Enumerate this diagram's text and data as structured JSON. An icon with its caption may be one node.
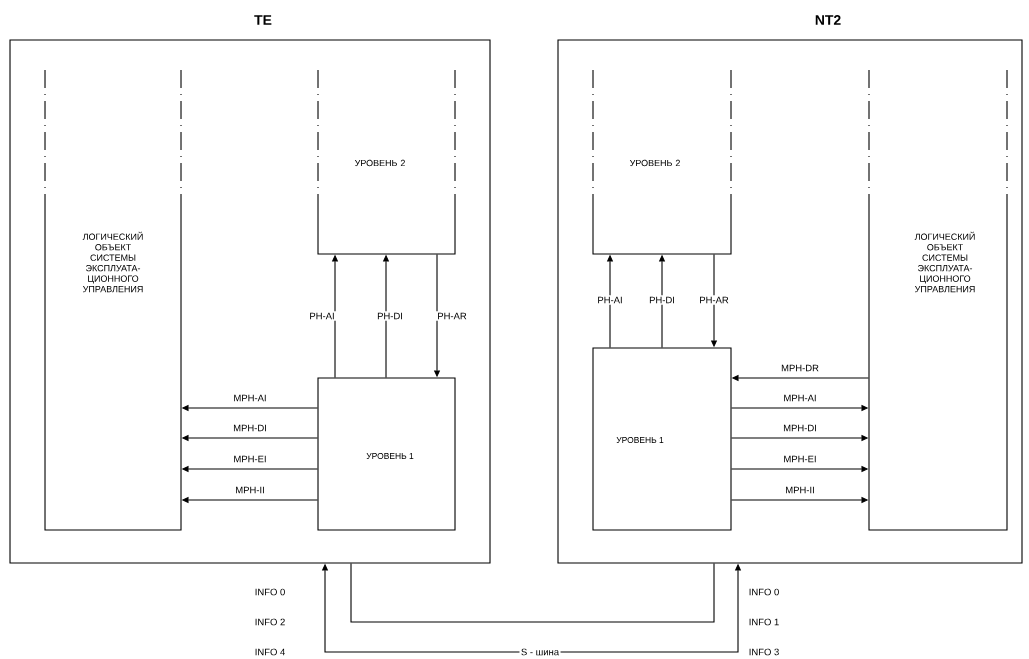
{
  "diagram": {
    "nodes": [
      {
        "text": [
          "TE"
        ]
      },
      {
        "text": [
          "ЛОГИЧЕСКИЙ ОБЪЕКТ СИСТЕМЫ ЭКСПЛУАТА- ЦИОННОГО УПРАВЛЕНИЯ"
        ],
        "in": 0
      },
      {
        "text": [
          "УРОВЕНЬ 2"
        ],
        "in": 0
      },
      {
        "text": [
          "УРОВЕНЬ 1"
        ],
        "in": 0
      },
      {
        "text": [
          "NT2"
        ]
      },
      {
        "text": [
          "УРОВЕНЬ 2"
        ],
        "in": 4
      },
      {
        "text": [
          "ЛОГИЧЕСКИЙ ОБЪЕКТ СИСТЕМЫ ЭКСПЛУАТА- ЦИОННОГО УПРАВЛЕНИЯ"
        ],
        "in": 4
      },
      {
        "text": [
          "УРОВЕНЬ 1"
        ],
        "in": 4
      }
    ],
    "edges": [
      {
        "from": 3,
        "to": 2,
        "arrow": "to",
        "label": "PH-AI"
      },
      {
        "from": 3,
        "to": 2,
        "arrow": "to",
        "label": "PH-DI"
      },
      {
        "from": 2,
        "to": 3,
        "arrow": "to",
        "label": "PH-AR"
      },
      {
        "from": 3,
        "to": 1,
        "arrow": "to",
        "label": "MPH-AI"
      },
      {
        "from": 3,
        "to": 1,
        "arrow": "to",
        "label": "MPH-DI"
      },
      {
        "from": 3,
        "to": 1,
        "arrow": "to",
        "label": "MPH-EI"
      },
      {
        "from": 3,
        "to": 1,
        "arrow": "to",
        "label": "MPH-II"
      },
      {
        "from": 7,
        "to": 5,
        "arrow": "to",
        "label": "PH-AI"
      },
      {
        "from": 7,
        "to": 5,
        "arrow": "to",
        "label": "PH-DI"
      },
      {
        "from": 5,
        "to": 7,
        "arrow": "to",
        "label": "PH-AR"
      },
      {
        "from": 6,
        "to": 7,
        "arrow": "to",
        "label": "MPH-DR"
      },
      {
        "from": 7,
        "to": 6,
        "arrow": "to",
        "label": "MPH-AI"
      },
      {
        "from": 7,
        "to": 6,
        "arrow": "to",
        "label": "MPH-DI"
      },
      {
        "from": 7,
        "to": 6,
        "arrow": "to",
        "label": "MPH-EI"
      },
      {
        "from": 7,
        "to": 6,
        "arrow": "to",
        "label": "MPH-II"
      },
      {
        "from": 0,
        "to": 4,
        "arrow": "none"
      },
      {
        "from": 0,
        "to": 4,
        "arrow": "both",
        "label": "S - шина"
      }
    ],
    "labels": [
      "INFO 0",
      "INFO 2",
      "INFO 4",
      "INFO 0",
      "INFO 1",
      "INFO 3"
    ]
  }
}
